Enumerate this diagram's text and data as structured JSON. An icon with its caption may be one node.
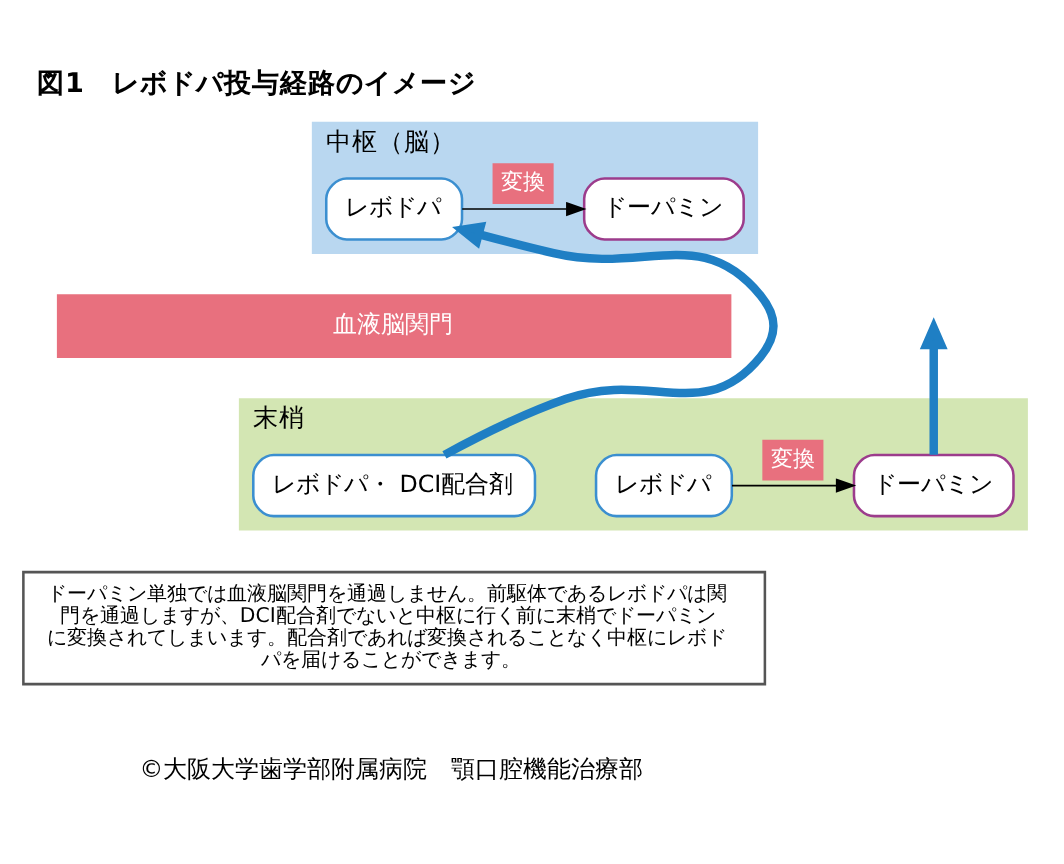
{
  "diagram": {
    "title": "図1　レボドパ投与経路のイメージ",
    "caption": "ドーパミン単独では血液脳関門を通過しません。前駆体であるレボドパは関門を通過しますが、DCI配合剤でないと中枢に行く前に末梢でドーパミンに変換されてしまいます。配合剤であれば変換されることなく中枢にレボドパを届けることができます。",
    "nodes": [
      {
        "text": [
          "中枢（脳）"
        ]
      },
      {
        "text": [
          "血液脳関門"
        ]
      },
      {
        "text": [
          "末梢"
        ]
      },
      {
        "text": [
          "レボドパ"
        ],
        "in": 0
      },
      {
        "text": [
          "ドーパミン"
        ],
        "in": 0
      },
      {
        "text": [
          "レボドパ・ DCI配合剤"
        ],
        "in": 2
      },
      {
        "text": [
          "レボドパ"
        ],
        "in": 2
      },
      {
        "text": [
          "ドーパミン"
        ],
        "in": 2
      }
    ],
    "edges": [
      {
        "from": 3,
        "to": 4,
        "arrow": "to",
        "label": "変換"
      },
      {
        "from": 5,
        "to": 3,
        "arrow": "to",
        "style": "thick",
        "color": "#1f7fc4"
      },
      {
        "from": 6,
        "to": 7,
        "arrow": "to",
        "label": "変換"
      },
      {
        "from": 7,
        "to": null,
        "arrow": "to",
        "style": "thick",
        "color": "#1f7fc4"
      }
    ],
    "labels": [
      "©大阪大学歯学部附属病院　顎口腔機能治療部"
    ]
  }
}
